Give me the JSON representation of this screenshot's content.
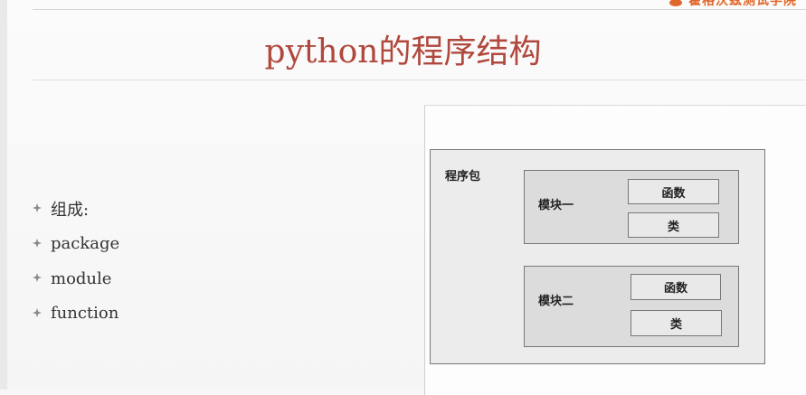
{
  "header": {
    "logo_text": "霍格沃兹测试学院",
    "logo_icon": "hogwarts-logo-icon"
  },
  "slide": {
    "title": "python的程序结构",
    "bullets": [
      {
        "text": "组成:",
        "icon": "diamond-bullet-icon"
      },
      {
        "text": "package",
        "icon": "diamond-bullet-icon"
      },
      {
        "text": "module",
        "icon": "diamond-bullet-icon"
      },
      {
        "text": "function",
        "icon": "diamond-bullet-icon"
      }
    ]
  },
  "diagram": {
    "package_label": "程序包",
    "modules": [
      {
        "label": "模块一",
        "items": [
          "函数",
          "类"
        ]
      },
      {
        "label": "模块二",
        "items": [
          "函数",
          "类"
        ]
      }
    ]
  },
  "colors": {
    "title": "#b0483d",
    "logo": "#e0672b",
    "box_border": "#777777"
  }
}
